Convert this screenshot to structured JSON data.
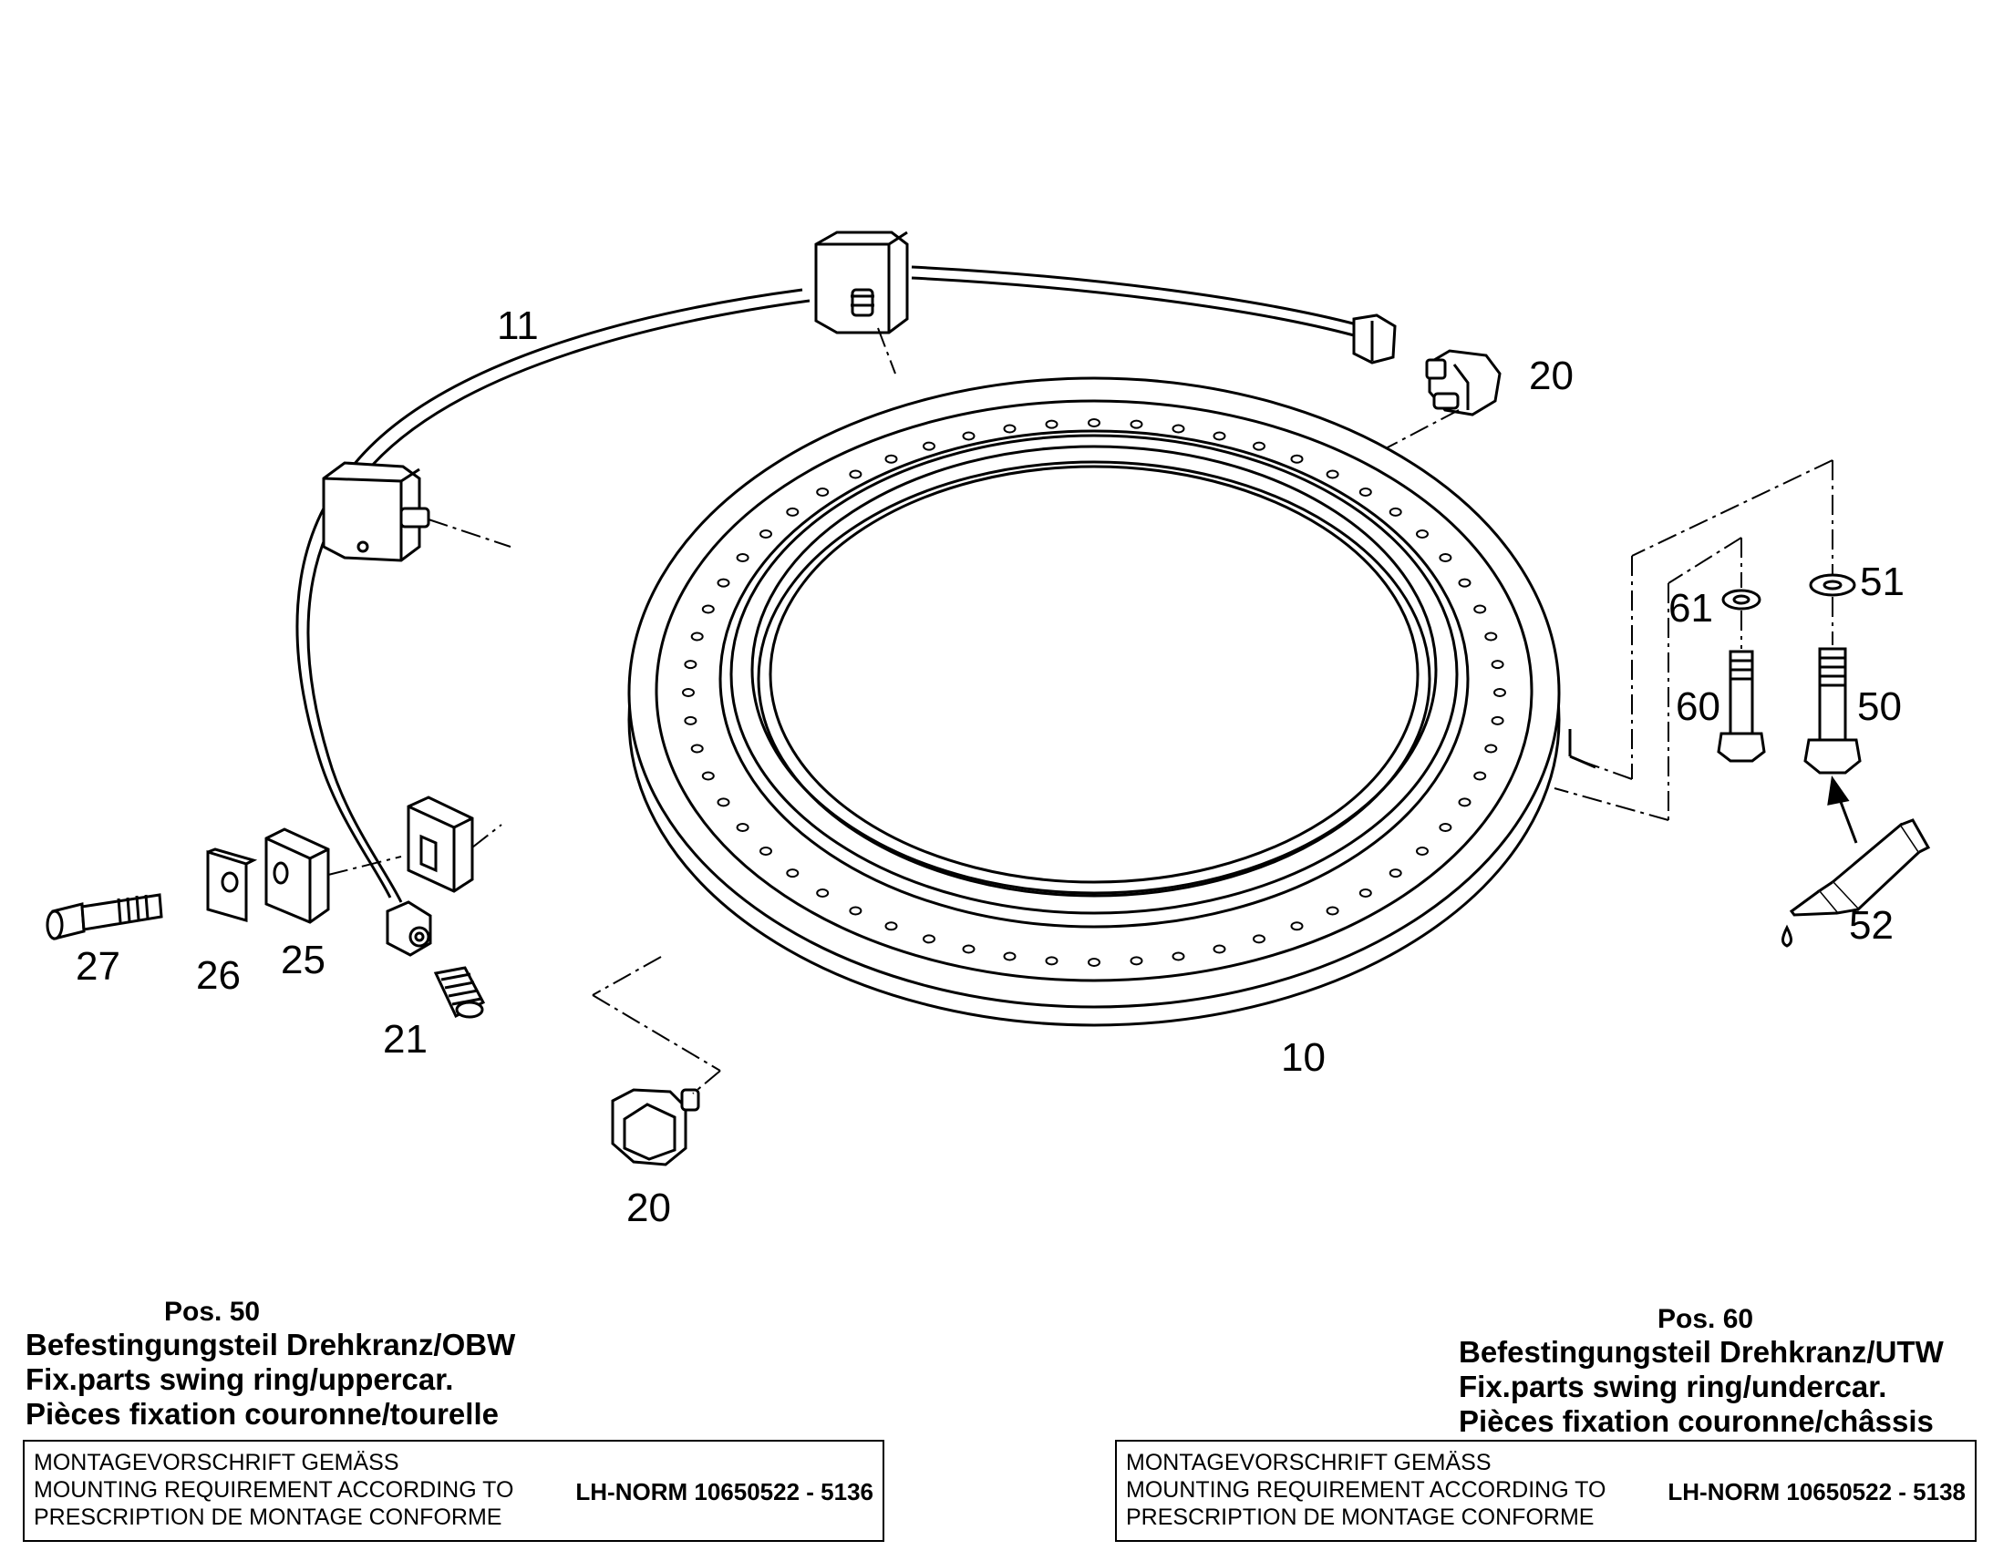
{
  "callouts": {
    "c10": "10",
    "c11": "11",
    "c20a": "20",
    "c20b": "20",
    "c21": "21",
    "c25": "25",
    "c26": "26",
    "c27": "27",
    "c50": "50",
    "c51": "51",
    "c52": "52",
    "c60": "60",
    "c61": "61"
  },
  "left_block": {
    "pos": "Pos. 50",
    "line_de": "Befestingungsteil Drehkranz/OBW",
    "line_en": "Fix.parts swing ring/uppercar.",
    "line_fr": "Pièces fixation couronne/tourelle",
    "req_de": "MONTAGEVORSCHRIFT GEMÄSS",
    "req_en": "MOUNTING REQUIREMENT ACCORDING TO",
    "req_fr": "PRESCRIPTION DE MONTAGE CONFORME",
    "norm": "LH-NORM 10650522 - 5136"
  },
  "right_block": {
    "pos": "Pos. 60",
    "line_de": "Befestingungsteil Drehkranz/UTW",
    "line_en": "Fix.parts swing ring/undercar.",
    "line_fr": "Pièces fixation couronne/châssis",
    "req_de": "MONTAGEVORSCHRIFT GEMÄSS",
    "req_en": "MOUNTING REQUIREMENT ACCORDING TO",
    "req_fr": "PRESCRIPTION DE MONTAGE CONFORME",
    "norm": "LH-NORM 10650522 - 5138"
  }
}
